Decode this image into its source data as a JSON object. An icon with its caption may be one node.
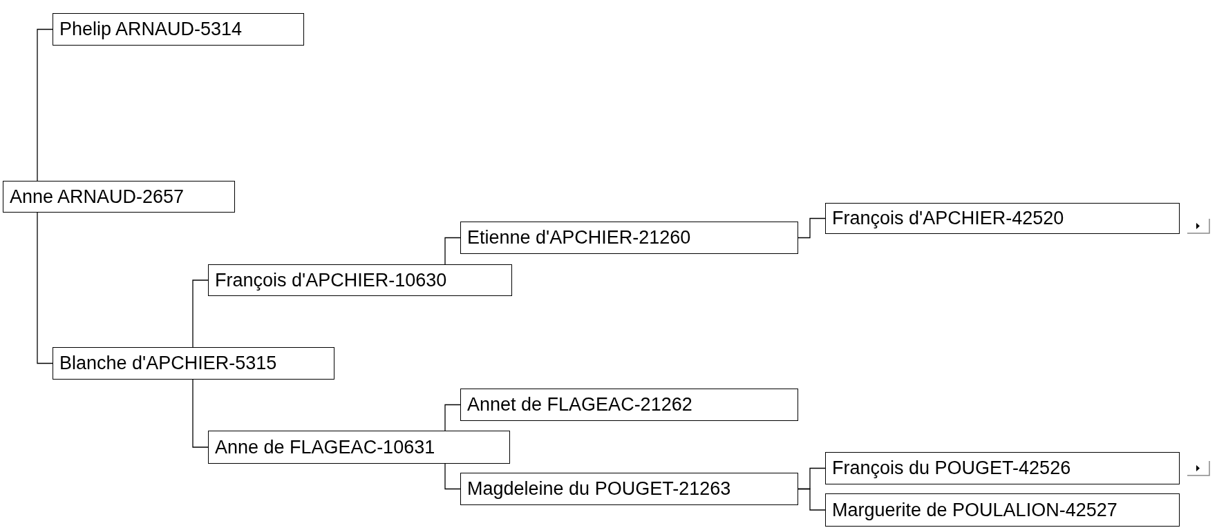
{
  "diagram": {
    "nodes": [
      {
        "text": [
          "Phelip ARNAUD-5314"
        ]
      },
      {
        "text": [
          "Anne ARNAUD-2657"
        ]
      },
      {
        "text": [
          "François d'APCHIER-42520"
        ]
      },
      {
        "text": [
          "Etienne d'APCHIER-21260"
        ]
      },
      {
        "text": [
          "François d'APCHIER-10630"
        ]
      },
      {
        "text": [
          "Blanche d'APCHIER-5315"
        ]
      },
      {
        "text": [
          "Annet de FLAGEAC-21262"
        ]
      },
      {
        "text": [
          "Anne de FLAGEAC-10631"
        ]
      },
      {
        "text": [
          "François du POUGET-42526"
        ]
      },
      {
        "text": [
          "Magdeleine du POUGET-21263"
        ]
      },
      {
        "text": [
          "Marguerite de POULALION-42527"
        ]
      }
    ],
    "edges": [
      {
        "from": 1,
        "to": 0,
        "arrow": "none"
      },
      {
        "from": 1,
        "to": 5,
        "arrow": "none"
      },
      {
        "from": 5,
        "to": 4,
        "arrow": "none"
      },
      {
        "from": 5,
        "to": 7,
        "arrow": "none"
      },
      {
        "from": 4,
        "to": 3,
        "arrow": "none"
      },
      {
        "from": 3,
        "to": 2,
        "arrow": "none"
      },
      {
        "from": 7,
        "to": 6,
        "arrow": "none"
      },
      {
        "from": 7,
        "to": 9,
        "arrow": "none"
      },
      {
        "from": 9,
        "to": 8,
        "arrow": "none"
      },
      {
        "from": 9,
        "to": 10,
        "arrow": "none"
      }
    ]
  }
}
